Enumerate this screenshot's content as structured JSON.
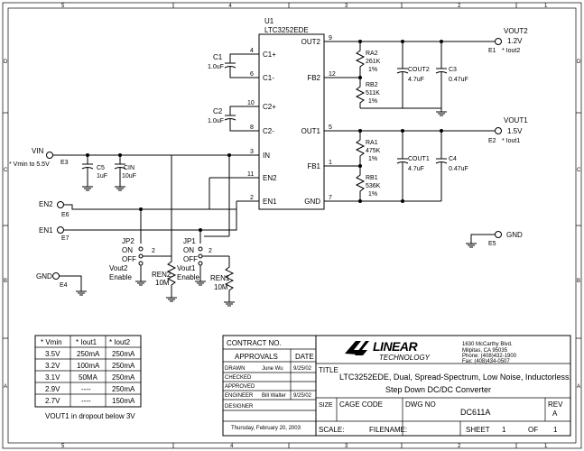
{
  "border": {
    "columns": [
      "5",
      "4",
      "3",
      "2",
      "1"
    ],
    "rows": [
      "D",
      "C",
      "B",
      "A"
    ]
  },
  "ic": {
    "ref": "U1",
    "part": "LTC3252EDE",
    "left_pins": [
      {
        "num": "4",
        "name": "C1+"
      },
      {
        "num": "6",
        "name": "C1-"
      },
      {
        "num": "10",
        "name": "C2+"
      },
      {
        "num": "8",
        "name": "C2-"
      },
      {
        "num": "3",
        "name": "IN"
      },
      {
        "num": "11",
        "name": "EN2"
      },
      {
        "num": "2",
        "name": "EN1"
      }
    ],
    "right_pins": [
      {
        "num": "9",
        "name": "OUT2"
      },
      {
        "num": "12",
        "name": "FB2"
      },
      {
        "num": "5",
        "name": "OUT1"
      },
      {
        "num": "1",
        "name": "FB1"
      },
      {
        "num": "7",
        "name": "GND"
      }
    ]
  },
  "components": {
    "c1": {
      "ref": "C1",
      "value": "1.0uF"
    },
    "c2": {
      "ref": "C2",
      "value": "1.0uF"
    },
    "c5": {
      "ref": "C5",
      "value": "1uF"
    },
    "cin": {
      "ref": "CIN",
      "value": "10uF"
    },
    "ra2": {
      "ref": "RA2",
      "value": "261K",
      "tol": "1%"
    },
    "rb2": {
      "ref": "RB2",
      "value": "511K",
      "tol": "1%"
    },
    "cout2": {
      "ref": "COUT2",
      "value": "4.7uF"
    },
    "c3": {
      "ref": "C3",
      "value": "0.47uF"
    },
    "ra1": {
      "ref": "RA1",
      "value": "475K",
      "tol": "1%"
    },
    "rb1": {
      "ref": "RB1",
      "value": "536K",
      "tol": "1%"
    },
    "cout1": {
      "ref": "COUT1",
      "value": "4.7uF"
    },
    "c4": {
      "ref": "C4",
      "value": "0.47uF"
    },
    "ren2": {
      "ref": "REN2",
      "value": "10M"
    },
    "ren1": {
      "ref": "REN1",
      "value": "10M"
    }
  },
  "terminals": {
    "vout2": {
      "label": "VOUT2",
      "voltage": "1.2V",
      "ref": "E1",
      "note": "* Iout2"
    },
    "vout1": {
      "label": "VOUT1",
      "voltage": "1.5V",
      "ref": "E2",
      "note": "* Iout1"
    },
    "vin": {
      "label": "VIN",
      "note": "* Vmin to 5.5V",
      "ref": "E3"
    },
    "en2": {
      "label": "EN2",
      "ref": "E6"
    },
    "en1": {
      "label": "EN1",
      "ref": "E7"
    },
    "gnd_left": {
      "label": "GND",
      "ref": "E4"
    },
    "gnd_right": {
      "label": "GND",
      "ref": "E5"
    }
  },
  "jumpers": {
    "jp2": {
      "ref": "JP2",
      "on": "ON",
      "off": "OFF",
      "pin": "2",
      "caption1": "Vout2",
      "caption2": "Enable"
    },
    "jp1": {
      "ref": "JP1",
      "on": "ON",
      "off": "OFF",
      "pin": "2",
      "caption1": "Vout1",
      "caption2": "Enable"
    }
  },
  "table": {
    "headers": [
      "* Vmin",
      "* Iout1",
      "* Iout2"
    ],
    "rows": [
      [
        "3.5V",
        "250mA",
        "250mA"
      ],
      [
        "3.2V",
        "100mA",
        "250mA"
      ],
      [
        "3.1V",
        "50MA",
        "250mA"
      ],
      [
        "2.9V",
        "----",
        "250mA"
      ],
      [
        "2.7V",
        "----",
        "150mA"
      ]
    ],
    "note": "VOUT1 in dropout below 3V"
  },
  "title_block": {
    "contract_no": "CONTRACT NO.",
    "approvals": "APPROVALS",
    "date": "DATE",
    "drawn_label": "DRAWN",
    "drawn_name": "June Wu",
    "drawn_date": "9/25/02",
    "checked": "CHECKED",
    "approved": "APPROVED",
    "engineer_label": "ENGINEER",
    "engineer_name": "Bill Walter",
    "engineer_date": "9/25/02",
    "designer": "DESIGNER",
    "print_date": "Thursday, February 20, 2003",
    "company_logo": "LINEAR TECHNOLOGY",
    "address": [
      "1630 McCarthy Blvd.",
      "Milpitas, CA 95035",
      "Phone: (408)432-1900",
      "Fax: (408)434-0507"
    ],
    "title_label": "TITLE",
    "title_line1": "LTC3252EDE, Dual, Spread-Spectrum, Low Noise, Inductorless,",
    "title_line2": "Step Down DC/DC Converter",
    "size_label": "SIZE",
    "cage_label": "CAGE CODE",
    "dwg_label": "DWG NO",
    "dwg_no": "DC611A",
    "rev_label": "REV",
    "rev": "A",
    "scale_label": "SCALE:",
    "filename_label": "FILENAME:",
    "sheet_label": "SHEET",
    "sheet": "1",
    "of_label": "OF",
    "of": "1"
  }
}
